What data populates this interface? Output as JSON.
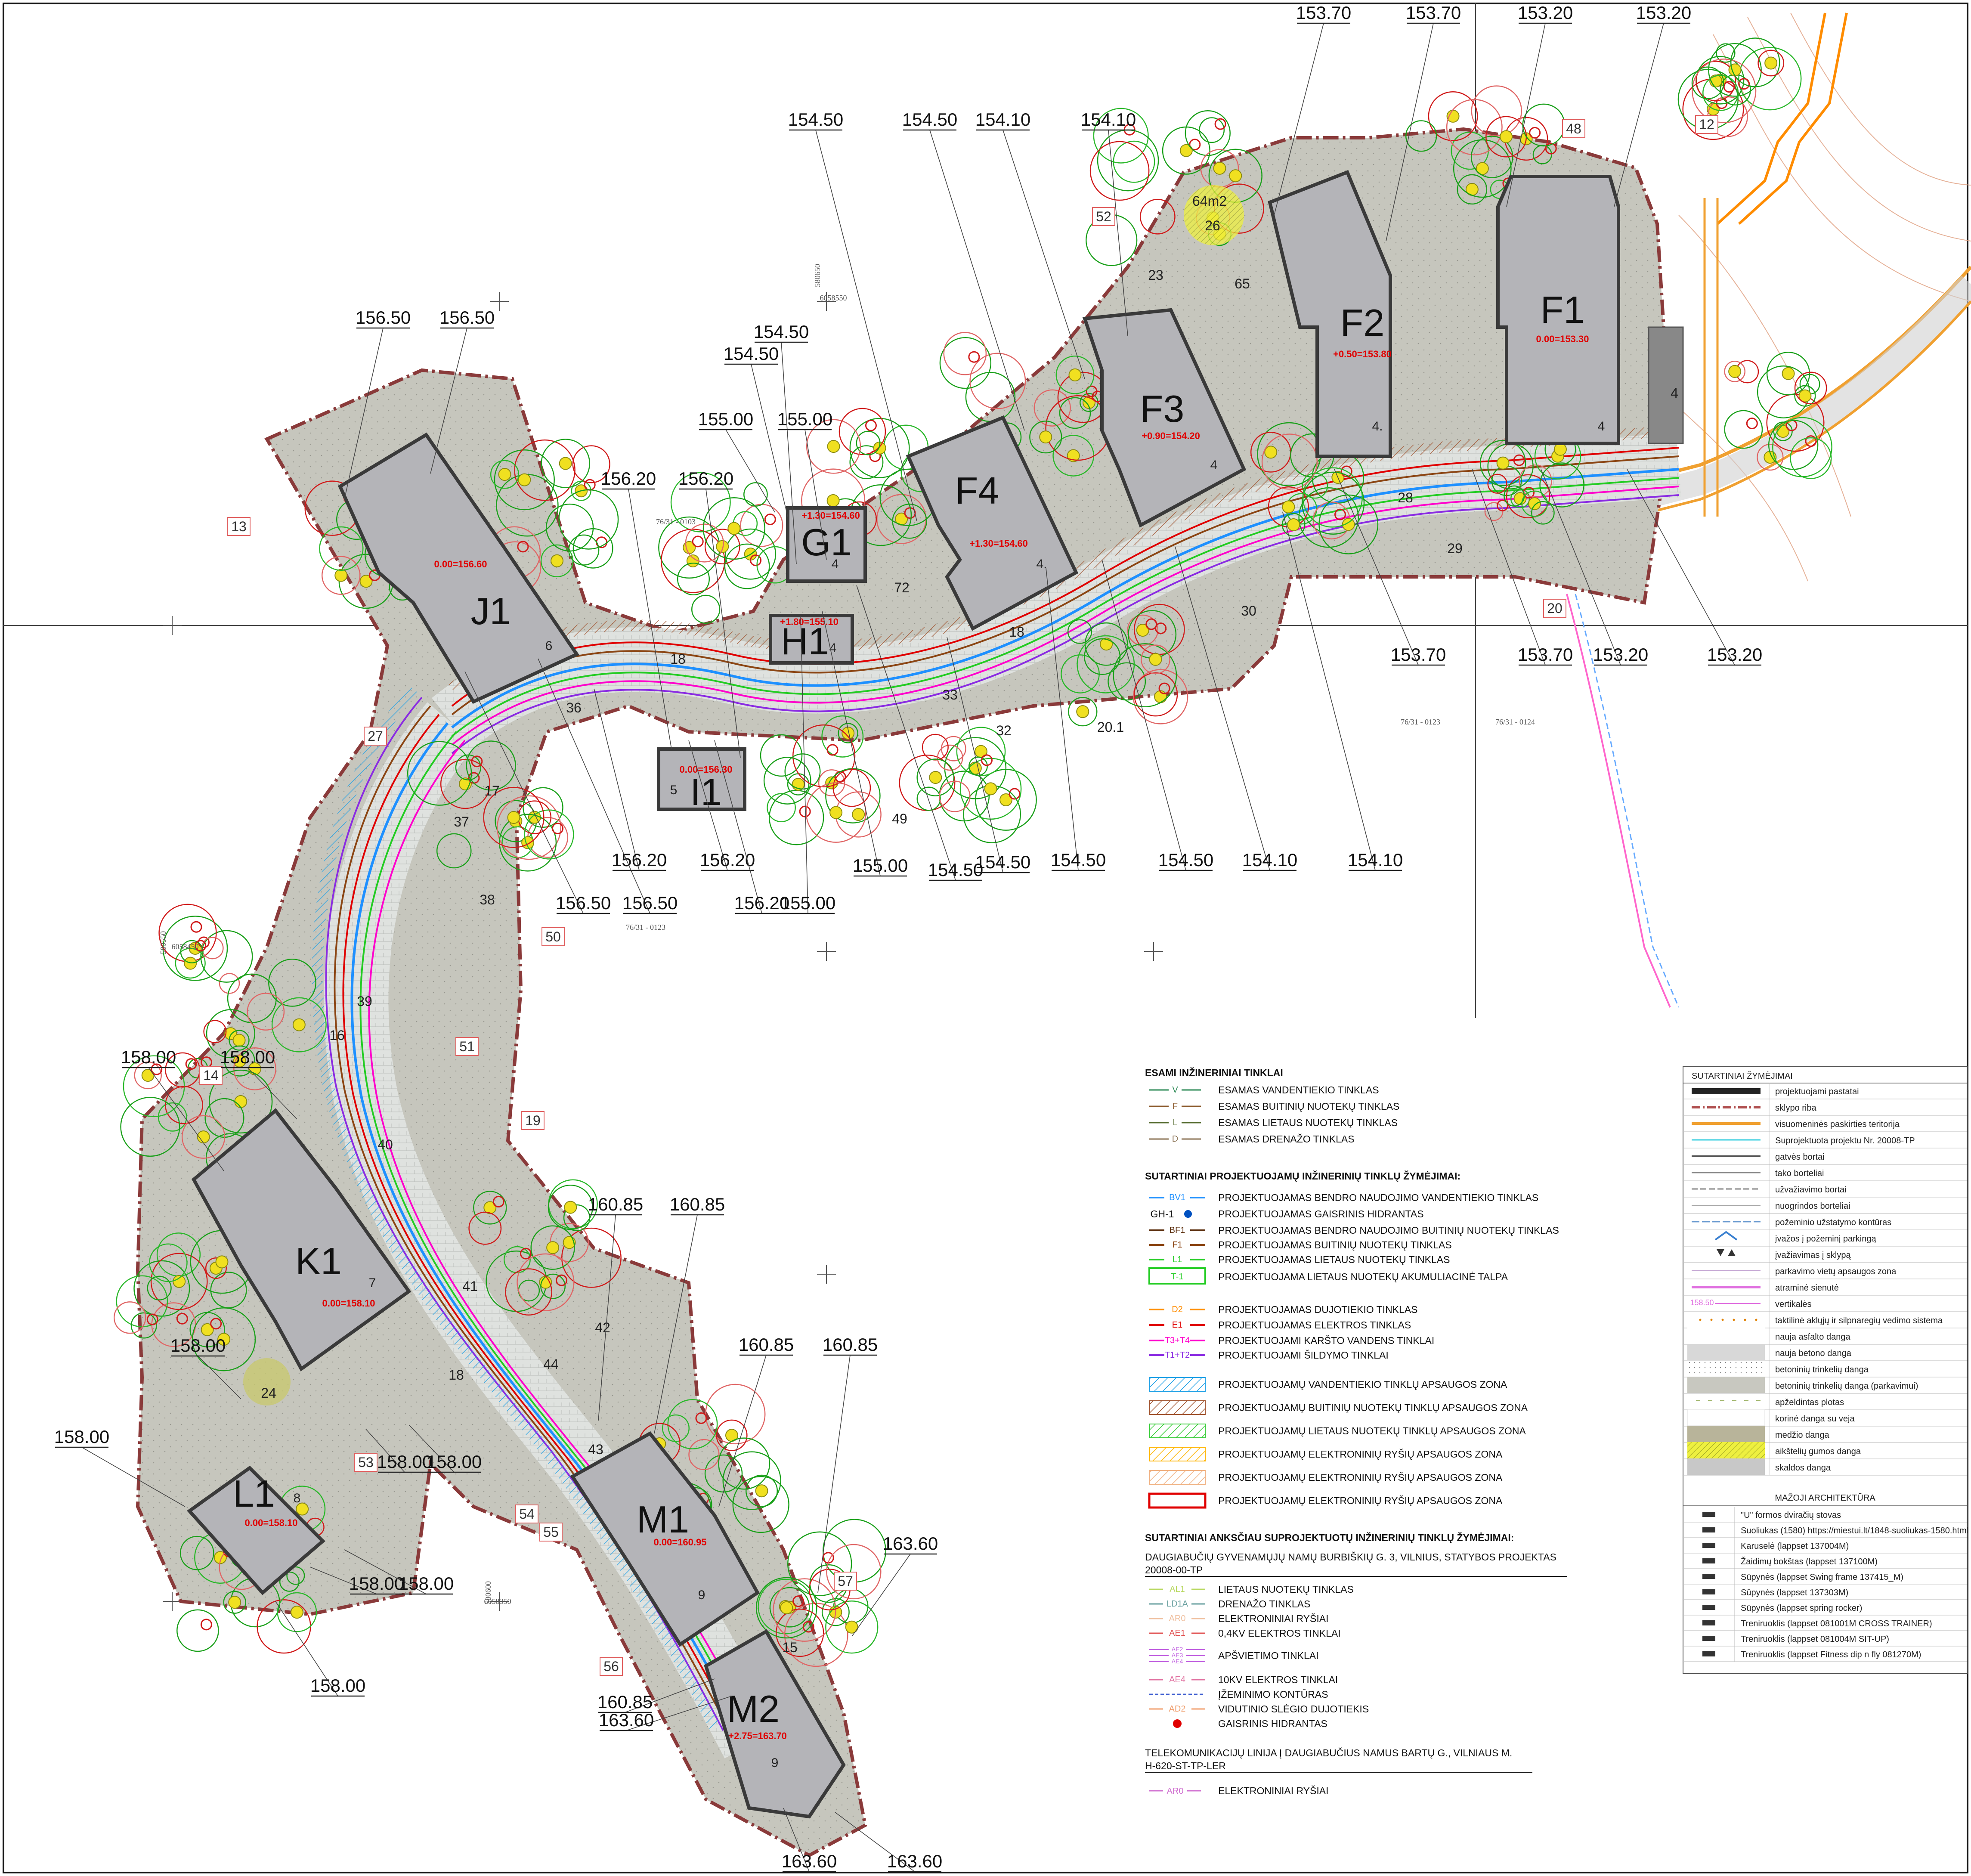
{
  "elevation_callouts": [
    "153.70",
    "153.70",
    "153.20",
    "153.20",
    "154.50",
    "154.50",
    "154.10",
    "154.10",
    "154.50",
    "154.50",
    "155.00",
    "155.00",
    "156.20",
    "156.20",
    "156.50",
    "156.50",
    "153.70",
    "153.70",
    "153.20",
    "153.20",
    "154.50",
    "154.50",
    "155.00",
    "154.50",
    "154.50",
    "154.10",
    "154.10",
    "156.20",
    "156.20",
    "156.20",
    "155.00",
    "156.50",
    "156.50",
    "158.00",
    "158.00",
    "158.00",
    "158.00",
    "158.00",
    "158.00",
    "158.00",
    "158.00",
    "158.00",
    "160.85",
    "160.85",
    "160.85",
    "160.85",
    "163.60",
    "160.85",
    "163.60",
    "163.60",
    "163.60"
  ],
  "buildings": [
    {
      "name": "F1",
      "level": "0.00=153.30",
      "floors": "4"
    },
    {
      "name": "F2",
      "level": "+0.50=153.80",
      "floors": "4."
    },
    {
      "name": "F3",
      "level": "+0.90=154.20",
      "floors": "4"
    },
    {
      "name": "F4",
      "level": "+1.30=154.60",
      "floors": "4."
    },
    {
      "name": "G1",
      "level": "+1.30=154.60",
      "floors": "4"
    },
    {
      "name": "H1",
      "level": "+1.80=155.10",
      "floors": "4"
    },
    {
      "name": "I1",
      "level": "0.00=156.30",
      "floors": "5"
    },
    {
      "name": "J1",
      "level": "0.00=156.60",
      "floors": "6"
    },
    {
      "name": "K1",
      "level": "0.00=158.10",
      "floors": "7"
    },
    {
      "name": "L1",
      "level": "0.00=158.10",
      "floors": "8"
    },
    {
      "name": "M1",
      "level": "0.00=160.95",
      "floors": "9"
    },
    {
      "name": "M2",
      "level": "+2.75=163.70",
      "floors": "9"
    }
  ],
  "boxed_tags": [
    "12",
    "13",
    "14",
    "19",
    "20",
    "27",
    "48",
    "50",
    "51",
    "52",
    "53",
    "54",
    "55",
    "56",
    "57"
  ],
  "plain_tags": [
    "15",
    "16",
    "17",
    "18",
    "18",
    "18",
    "20.1",
    "23",
    "24",
    "26",
    "28",
    "29",
    "30",
    "32",
    "33",
    "36",
    "37",
    "38",
    "39",
    "40",
    "41",
    "42",
    "43",
    "44",
    "49",
    "65",
    "72",
    "4",
    "64m2"
  ],
  "parcel_labels": [
    "76/31 - 0103",
    "76/31 - 0123",
    "76/31 - 0123",
    "76/31 - 0124",
    "6058550",
    "6058450",
    "6058350",
    "580650",
    "580550",
    "580600"
  ],
  "existing_networks": {
    "title": "ESAMI INŽINERINIAI TINKLAI",
    "items": [
      {
        "code": "V",
        "label": "ESAMAS VANDENTIEKIO TINKLAS",
        "color": "#2e8b57"
      },
      {
        "code": "F",
        "label": "ESAMAS BUITINIŲ NUOTEKŲ TINKLAS",
        "color": "#8b5a2b"
      },
      {
        "code": "L",
        "label": "ESAMAS LIETAUS NUOTEKŲ TINKLAS",
        "color": "#556b2f"
      },
      {
        "code": "D",
        "label": "ESAMAS DRENAŽO TINKLAS",
        "color": "#8b7355"
      }
    ]
  },
  "projected_networks": {
    "title": "SUTARTINIAI PROJEKTUOJAMŲ INŽINERINIŲ TINKLŲ ŽYMĖJIMAI:",
    "items": [
      {
        "code": "BV1",
        "label": "PROJEKTUOJAMAS BENDRO NAUDOJIMO VANDENTIEKIO TINKLAS",
        "color": "#1e90ff",
        "style": "line"
      },
      {
        "code": "GH-1",
        "label": "PROJEKTUOJAMAS GAISRINIS HIDRANTAS",
        "color": "#0050c0",
        "style": "hydrant"
      },
      {
        "code": "BF1",
        "label": "PROJEKTUOJAMAS BENDRO NAUDOJIMO BUITINIŲ NUOTEKŲ TINKLAS",
        "color": "#5a2d0c",
        "style": "line"
      },
      {
        "code": "F1",
        "label": "PROJEKTUOJAMAS BUITINIŲ NUOTEKŲ TINKLAS",
        "color": "#8b4513",
        "style": "line"
      },
      {
        "code": "L1",
        "label": "PROJEKTUOJAMAS LIETAUS NUOTEKŲ TINKLAS",
        "color": "#22cc22",
        "style": "line"
      },
      {
        "code": "T-1",
        "label": "PROJEKTUOJAMA LIETAUS NUOTEKŲ AKUMULIACINĖ TALPA",
        "color": "#22cc22",
        "style": "box"
      },
      {
        "code": "D2",
        "label": "PROJEKTUOJAMAS DUJOTIEKIO TINKLAS",
        "color": "#ff8c00",
        "style": "line"
      },
      {
        "code": "E1",
        "label": "PROJEKTUOJAMAS ELEKTROS TINKLAS",
        "color": "#e00000",
        "style": "line"
      },
      {
        "code": "T3+T4",
        "label": "PROJEKTUOJAMI KARŠTO VANDENS TINKLAI",
        "color": "#ff00cc",
        "style": "line"
      },
      {
        "code": "T1+T2",
        "label": "PROJEKTUOJAMI ŠILDYMO TINKLAI",
        "color": "#8a2be2",
        "style": "line"
      }
    ]
  },
  "protection_zones": [
    {
      "label": "PROJEKTUOJAMŲ VANDENTIEKIO TINKLŲ APSAUGOS ZONA",
      "color": "#1ea0e6"
    },
    {
      "label": "PROJEKTUOJAMŲ BUITINIŲ NUOTEKŲ TINKLŲ APSAUGOS ZONA",
      "color": "#a0522d"
    },
    {
      "label": "PROJEKTUOJAMŲ LIETAUS NUOTEKŲ TINKLŲ APSAUGOS ZONA",
      "color": "#33cc33"
    },
    {
      "label": "PROJEKTUOJAMŲ ELEKTRONINIŲ RYŠIŲ APSAUGOS ZONA",
      "color": "#ffb400"
    },
    {
      "label": "PROJEKTUOJAMŲ ELEKTRONINIŲ RYŠIŲ APSAUGOS ZONA",
      "color": "#f0b080"
    },
    {
      "label": "PROJEKTUOJAMŲ ELEKTRONINIŲ RYŠIŲ APSAUGOS ZONA",
      "color": "#e00000"
    }
  ],
  "prior_networks": {
    "title": "SUTARTINIAI ANKSČIAU SUPROJEKTUOTŲ INŽINERINIŲ TINKLŲ ŽYMĖJIMAI:",
    "subtitle_line1": "DAUGIABUČIŲ GYVENAMŲJŲ NAMŲ BURBIŠKIŲ G. 3, VILNIUS, STATYBOS PROJEKTAS",
    "subtitle_line2": "20008-00-TP",
    "items": [
      {
        "code": "AL1",
        "label": "LIETAUS NUOTEKŲ TINKLAS",
        "color": "#b8d860"
      },
      {
        "code": "LD1A",
        "label": "DRENAŽO TINKLAS",
        "color": "#6aa0a0"
      },
      {
        "code": "AR0",
        "label": "ELEKTRONINIAI RYŠIAI",
        "color": "#f0c0a0"
      },
      {
        "code": "AE1",
        "label": "0,4KV ELEKTROS TINKLAI",
        "color": "#e05050"
      },
      {
        "code": "AE2 AE3 AE4",
        "label": "APŠVIETIMO TINKLAI",
        "color": "#c060e0"
      },
      {
        "code": "AE4",
        "label": "10KV ELEKTROS TINKLAI",
        "color": "#e070a0"
      },
      {
        "code": "",
        "label": "ĮŽEMINIMO KONTŪRAS",
        "color": "#4060d0"
      },
      {
        "code": "AD2",
        "label": "VIDUTINIO SLĖGIO DUJOTIEKIS",
        "color": "#f0a070"
      },
      {
        "code": "",
        "label": "GAISRINIS HIDRANTAS",
        "color": "#e00000"
      }
    ]
  },
  "telecom": {
    "title_line1": "TELEKOMUNIKACIJŲ LINIJA Į DAUGIABUČIUS NAMUS BARTŲ G., VILNIAUS M.",
    "title_line2": "H-620-ST-TP-LER",
    "item": {
      "code": "AR0",
      "label": "ELEKTRONINIAI RYŠIAI",
      "color": "#d070d0"
    }
  },
  "conventions": {
    "title": "SUTARTINIAI ŽYMĖJIMAI",
    "items": [
      {
        "label": "projektuojami pastatai"
      },
      {
        "label": "sklypo riba"
      },
      {
        "label": "visuomeninės paskirties teritorija"
      },
      {
        "label": "Suprojektuota projektu Nr. 20008-TP"
      },
      {
        "label": "gatvės bortai"
      },
      {
        "label": "tako borteliai"
      },
      {
        "label": "užvažiavimo bortai"
      },
      {
        "label": "nuogrindos borteliai"
      },
      {
        "label": "požeminio užstatymo kontūras"
      },
      {
        "label": "įvažos į požeminį parkingą"
      },
      {
        "label": "įvažiavimas į sklypą"
      },
      {
        "label": "parkavimo vietų apsaugos zona"
      },
      {
        "label": "atraminė sienutė"
      },
      {
        "label": "vertikalės",
        "code": "158.50"
      },
      {
        "label": "taktilinė aklųjų ir silpnaregių vedimo sistema"
      },
      {
        "label": "nauja asfalto danga"
      },
      {
        "label": "nauja betono danga"
      },
      {
        "label": "betoninių trinkelių danga"
      },
      {
        "label": "betoninių trinkelių danga (parkavimui)"
      },
      {
        "label": "apželdintas plotas"
      },
      {
        "label": "korinė danga su veja"
      },
      {
        "label": "medžio danga"
      },
      {
        "label": "aikštelių gumos danga"
      },
      {
        "label": "skaldos danga"
      }
    ]
  },
  "small_architecture": {
    "title": "MAŽOJI ARCHITEKTŪRA",
    "items": [
      "\"U\" formos dviračių stovas",
      "Suoliukas (1580) https://miestui.lt/1848-suoliukas-1580.html",
      "Karuselė (lappset 137004M)",
      "Žaidimų bokštas (lappset 137100M)",
      "Sūpynės (lappset Swing frame 137415_M)",
      "Sūpynės (lappset 137303M)",
      "Sūpynės (lappset spring rocker)",
      "Treniruoklis (lappset 081001M CROSS TRAINER)",
      "Treniruoklis (lappset 081004M SIT-UP)",
      "Treniruoklis (lappset Fitness dip n fly 081270M)"
    ]
  },
  "colors": {
    "site_fill": "#c8c8c0",
    "building_fill": "#b4b4b8",
    "building_stroke": "#3a3a3a",
    "boundary": "#8a3a3a",
    "road_fill": "#d8dcd8",
    "tree_green": "#1aa01a",
    "tree_red": "#d01a1a",
    "tree_yellow": "#f0e020"
  }
}
